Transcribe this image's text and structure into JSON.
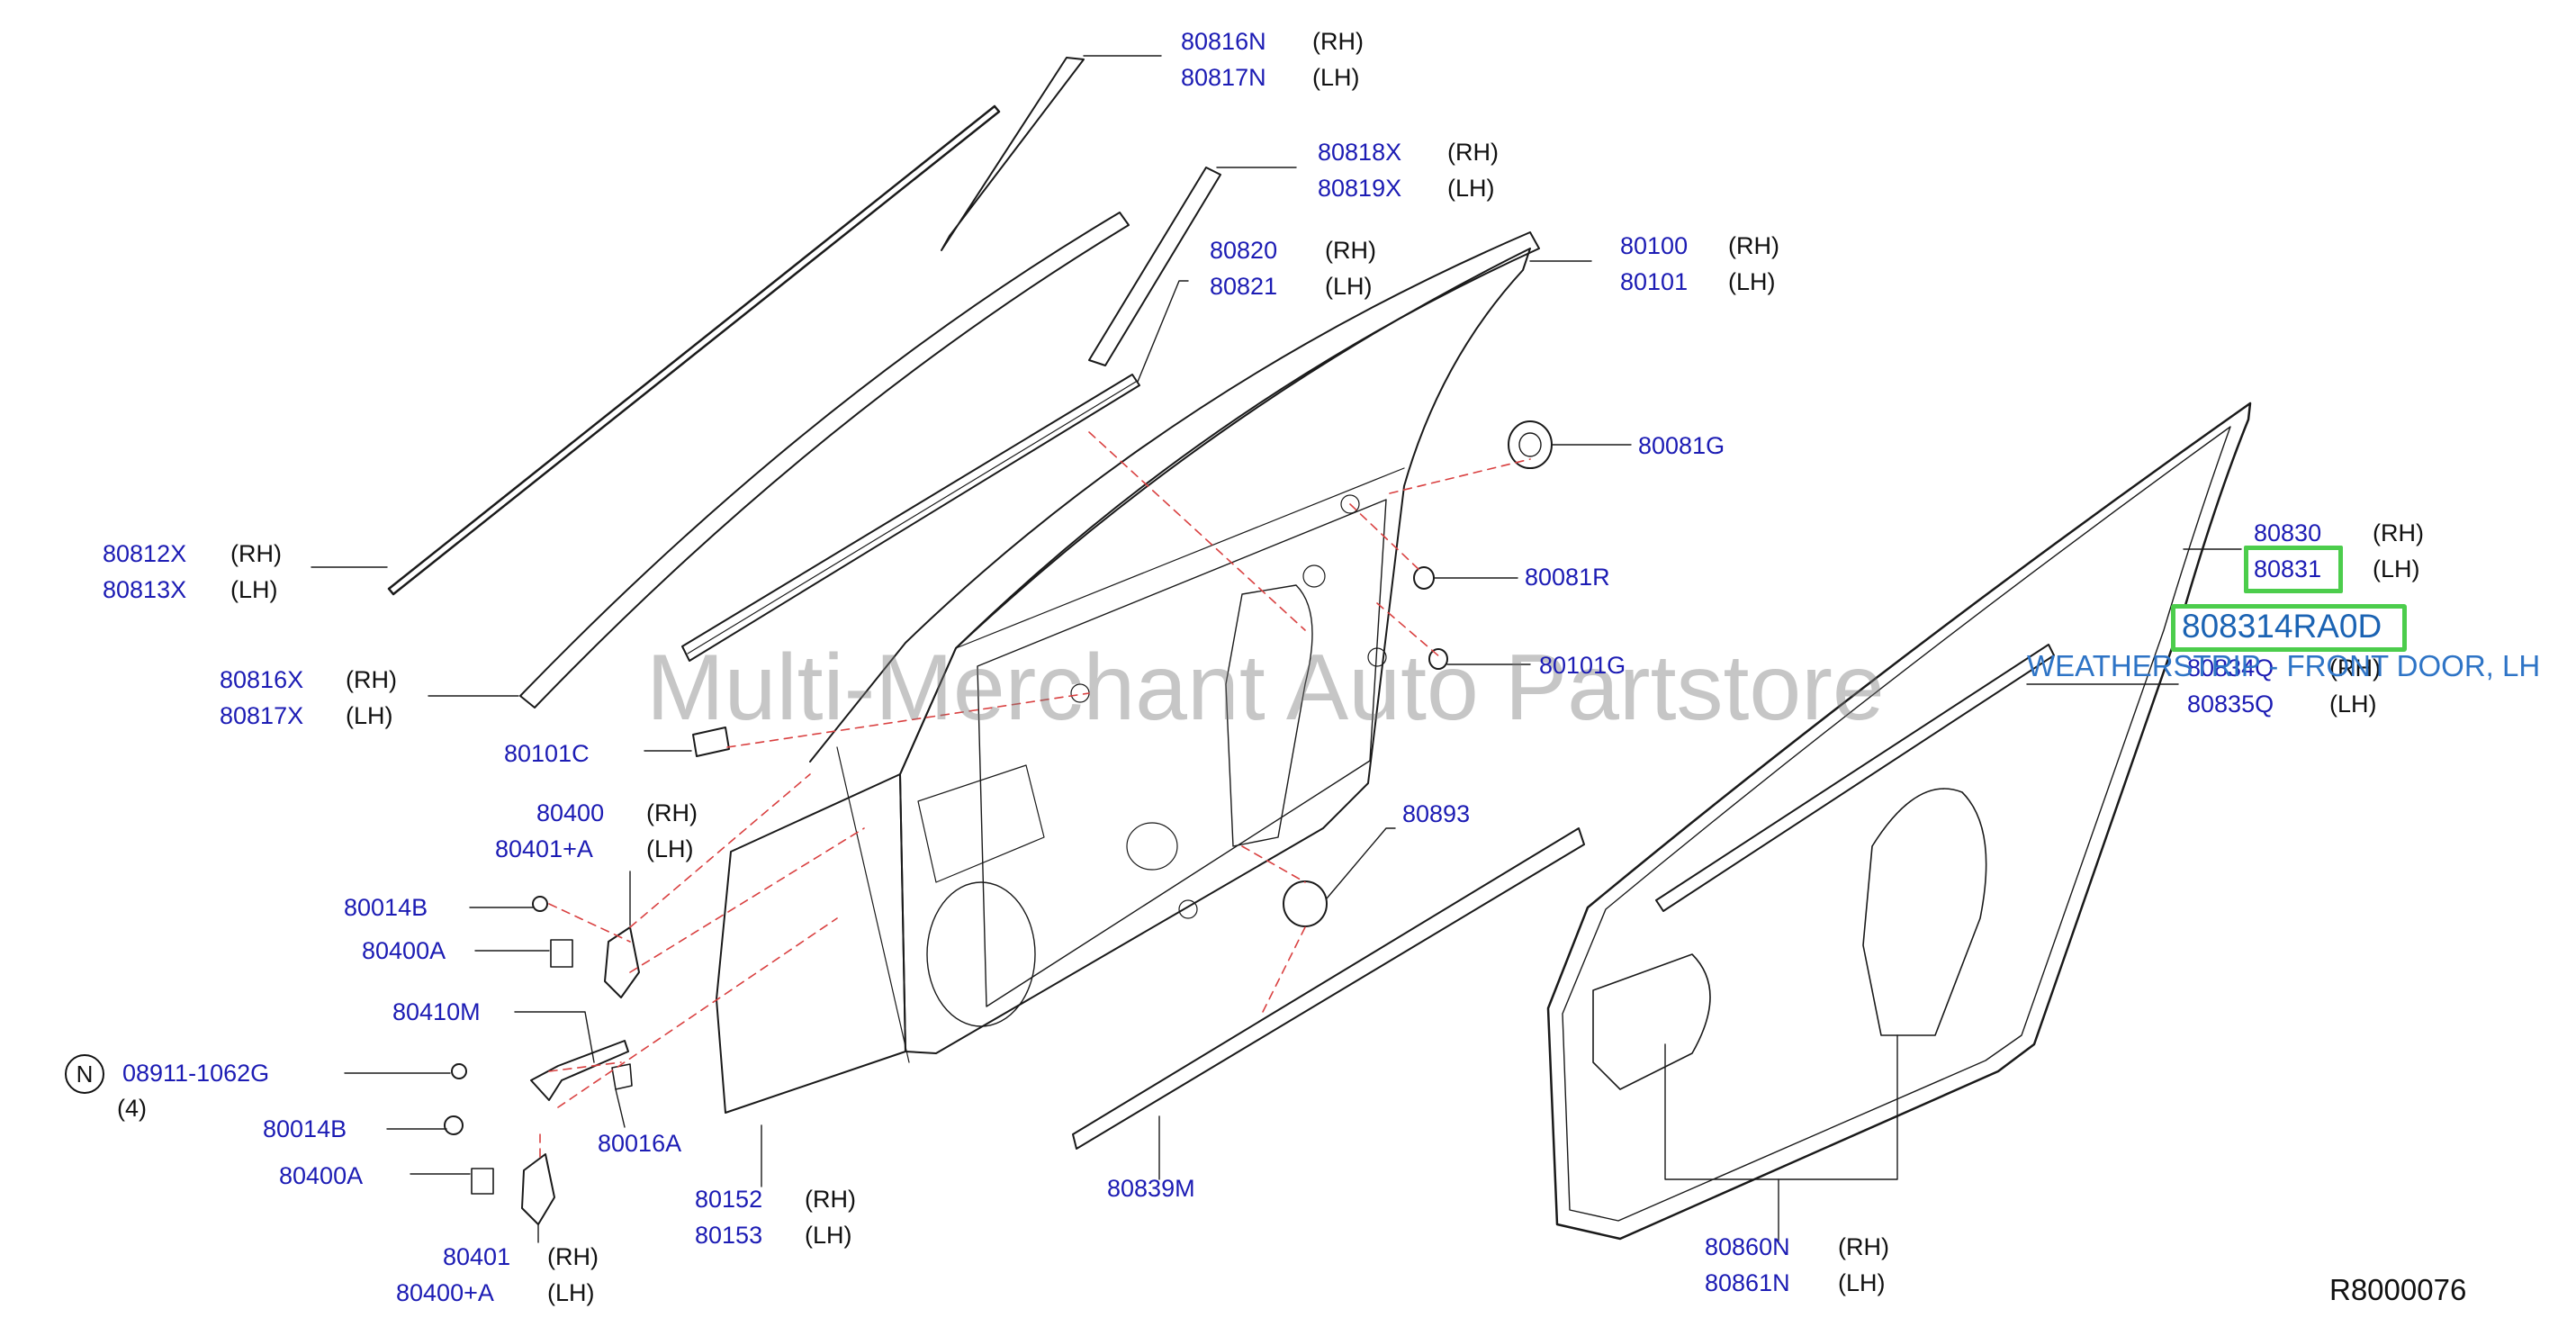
{
  "diagram": {
    "reference_code": "R8000076",
    "watermark": "Multi-Merchant Auto Partstore",
    "side_labels": {
      "rh": "(RH)",
      "lh": "(LH)"
    },
    "highlight": {
      "part_number": "808314RA0D",
      "part_name": "WEATHERSTRIP - FRONT DOOR, LH"
    },
    "callouts": [
      {
        "id": "c01",
        "rh": "80816N",
        "lh": "80817N"
      },
      {
        "id": "c02",
        "rh": "80818X",
        "lh": "80819X"
      },
      {
        "id": "c03",
        "rh": "80820",
        "lh": "80821"
      },
      {
        "id": "c04",
        "rh": "80100",
        "lh": "80101"
      },
      {
        "id": "c05",
        "single": "80081G"
      },
      {
        "id": "c06",
        "rh": "80812X",
        "lh": "80813X"
      },
      {
        "id": "c07",
        "single": "80081R"
      },
      {
        "id": "c08",
        "rh": "80816X",
        "lh": "80817X"
      },
      {
        "id": "c09",
        "single": "80101G"
      },
      {
        "id": "c10",
        "single": "80101C"
      },
      {
        "id": "c11",
        "rh": "80830",
        "lh": "80831"
      },
      {
        "id": "c12",
        "rh": "80834Q",
        "lh": "80835Q"
      },
      {
        "id": "c13",
        "rh": "80400",
        "lh": "80401+A"
      },
      {
        "id": "c14",
        "single": "80893"
      },
      {
        "id": "c15",
        "single": "80014B"
      },
      {
        "id": "c16",
        "single": "80400A"
      },
      {
        "id": "c17",
        "single": "80410M"
      },
      {
        "id": "c18",
        "single": "08911-1062G",
        "prefix": "N",
        "qty": "(4)"
      },
      {
        "id": "c19",
        "single": "80014B"
      },
      {
        "id": "c20",
        "single": "80016A"
      },
      {
        "id": "c21",
        "single": "80400A"
      },
      {
        "id": "c22",
        "rh": "80152",
        "lh": "80153"
      },
      {
        "id": "c23",
        "single": "80839M"
      },
      {
        "id": "c24",
        "rh": "80401",
        "lh": "80400+A"
      },
      {
        "id": "c25",
        "rh": "80860N",
        "lh": "80861N"
      }
    ]
  }
}
